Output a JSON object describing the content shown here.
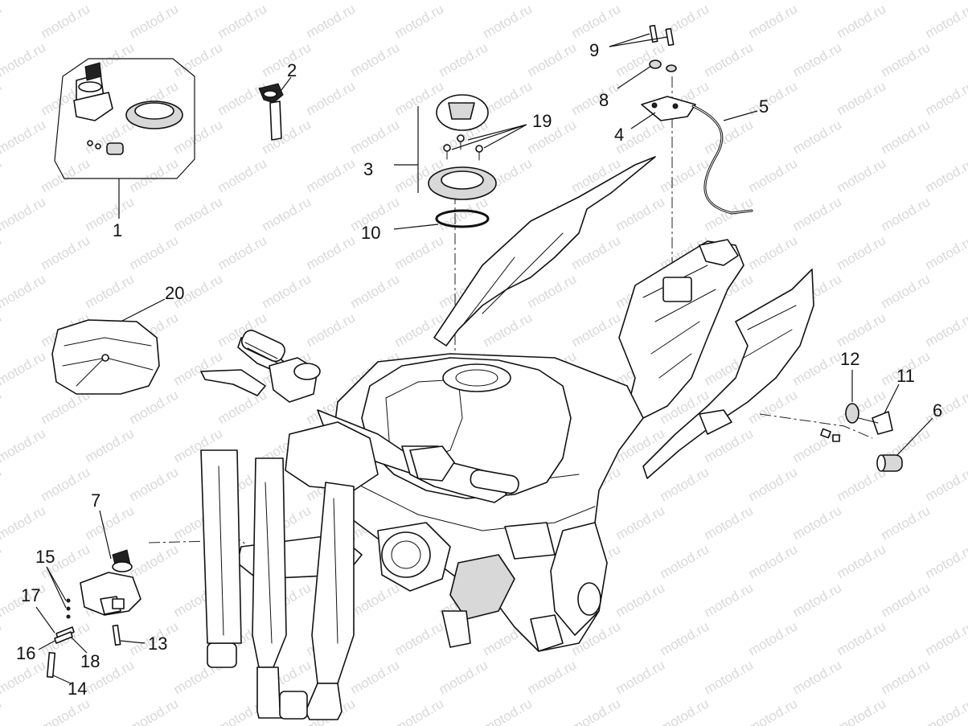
{
  "watermark": "motod.ru",
  "part_labels": {
    "p1": "1",
    "p2": "2",
    "p3": "3",
    "p4": "4",
    "p5": "5",
    "p6": "6",
    "p7": "7",
    "p8": "8",
    "p9": "9",
    "p10": "10",
    "p11": "11",
    "p12": "12",
    "p13": "13",
    "p14": "14",
    "p15": "15",
    "p16": "16",
    "p17": "17",
    "p18": "18",
    "p19": "19",
    "p20": "20"
  },
  "icons": {
    "frame": "motorcycle-frame-icon",
    "lock_kit": "lock-set-icon",
    "key": "key-icon",
    "fuel_cap": "fuel-cap-icon",
    "seat_lock_cable": "cable-icon",
    "cover": "cover-icon",
    "ignition_switch": "ignition-switch-icon"
  }
}
